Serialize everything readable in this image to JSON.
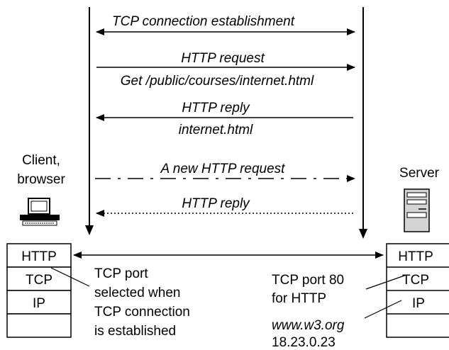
{
  "messages": {
    "tcp_establish": "TCP connection establishment",
    "http_request": "HTTP request",
    "http_request_detail": "Get /public/courses/internet.html",
    "http_reply": "HTTP reply",
    "http_reply_detail": "internet.html",
    "new_http_request": "A new HTTP request",
    "http_reply_2": "HTTP reply"
  },
  "client": {
    "name_line1": "Client,",
    "name_line2": "browser",
    "icon": "desktop-computer-icon",
    "stack": [
      "HTTP",
      "TCP",
      "IP",
      ""
    ],
    "note_lines": [
      "TCP port",
      "selected when",
      "TCP connection",
      "is established"
    ]
  },
  "server": {
    "name": "Server",
    "icon": "server-tower-icon",
    "stack": [
      "HTTP",
      "TCP",
      "IP",
      ""
    ],
    "note_lines": [
      "TCP port 80",
      "for HTTP"
    ],
    "host": "www.w3.org",
    "ip": "18.23.0.23"
  }
}
